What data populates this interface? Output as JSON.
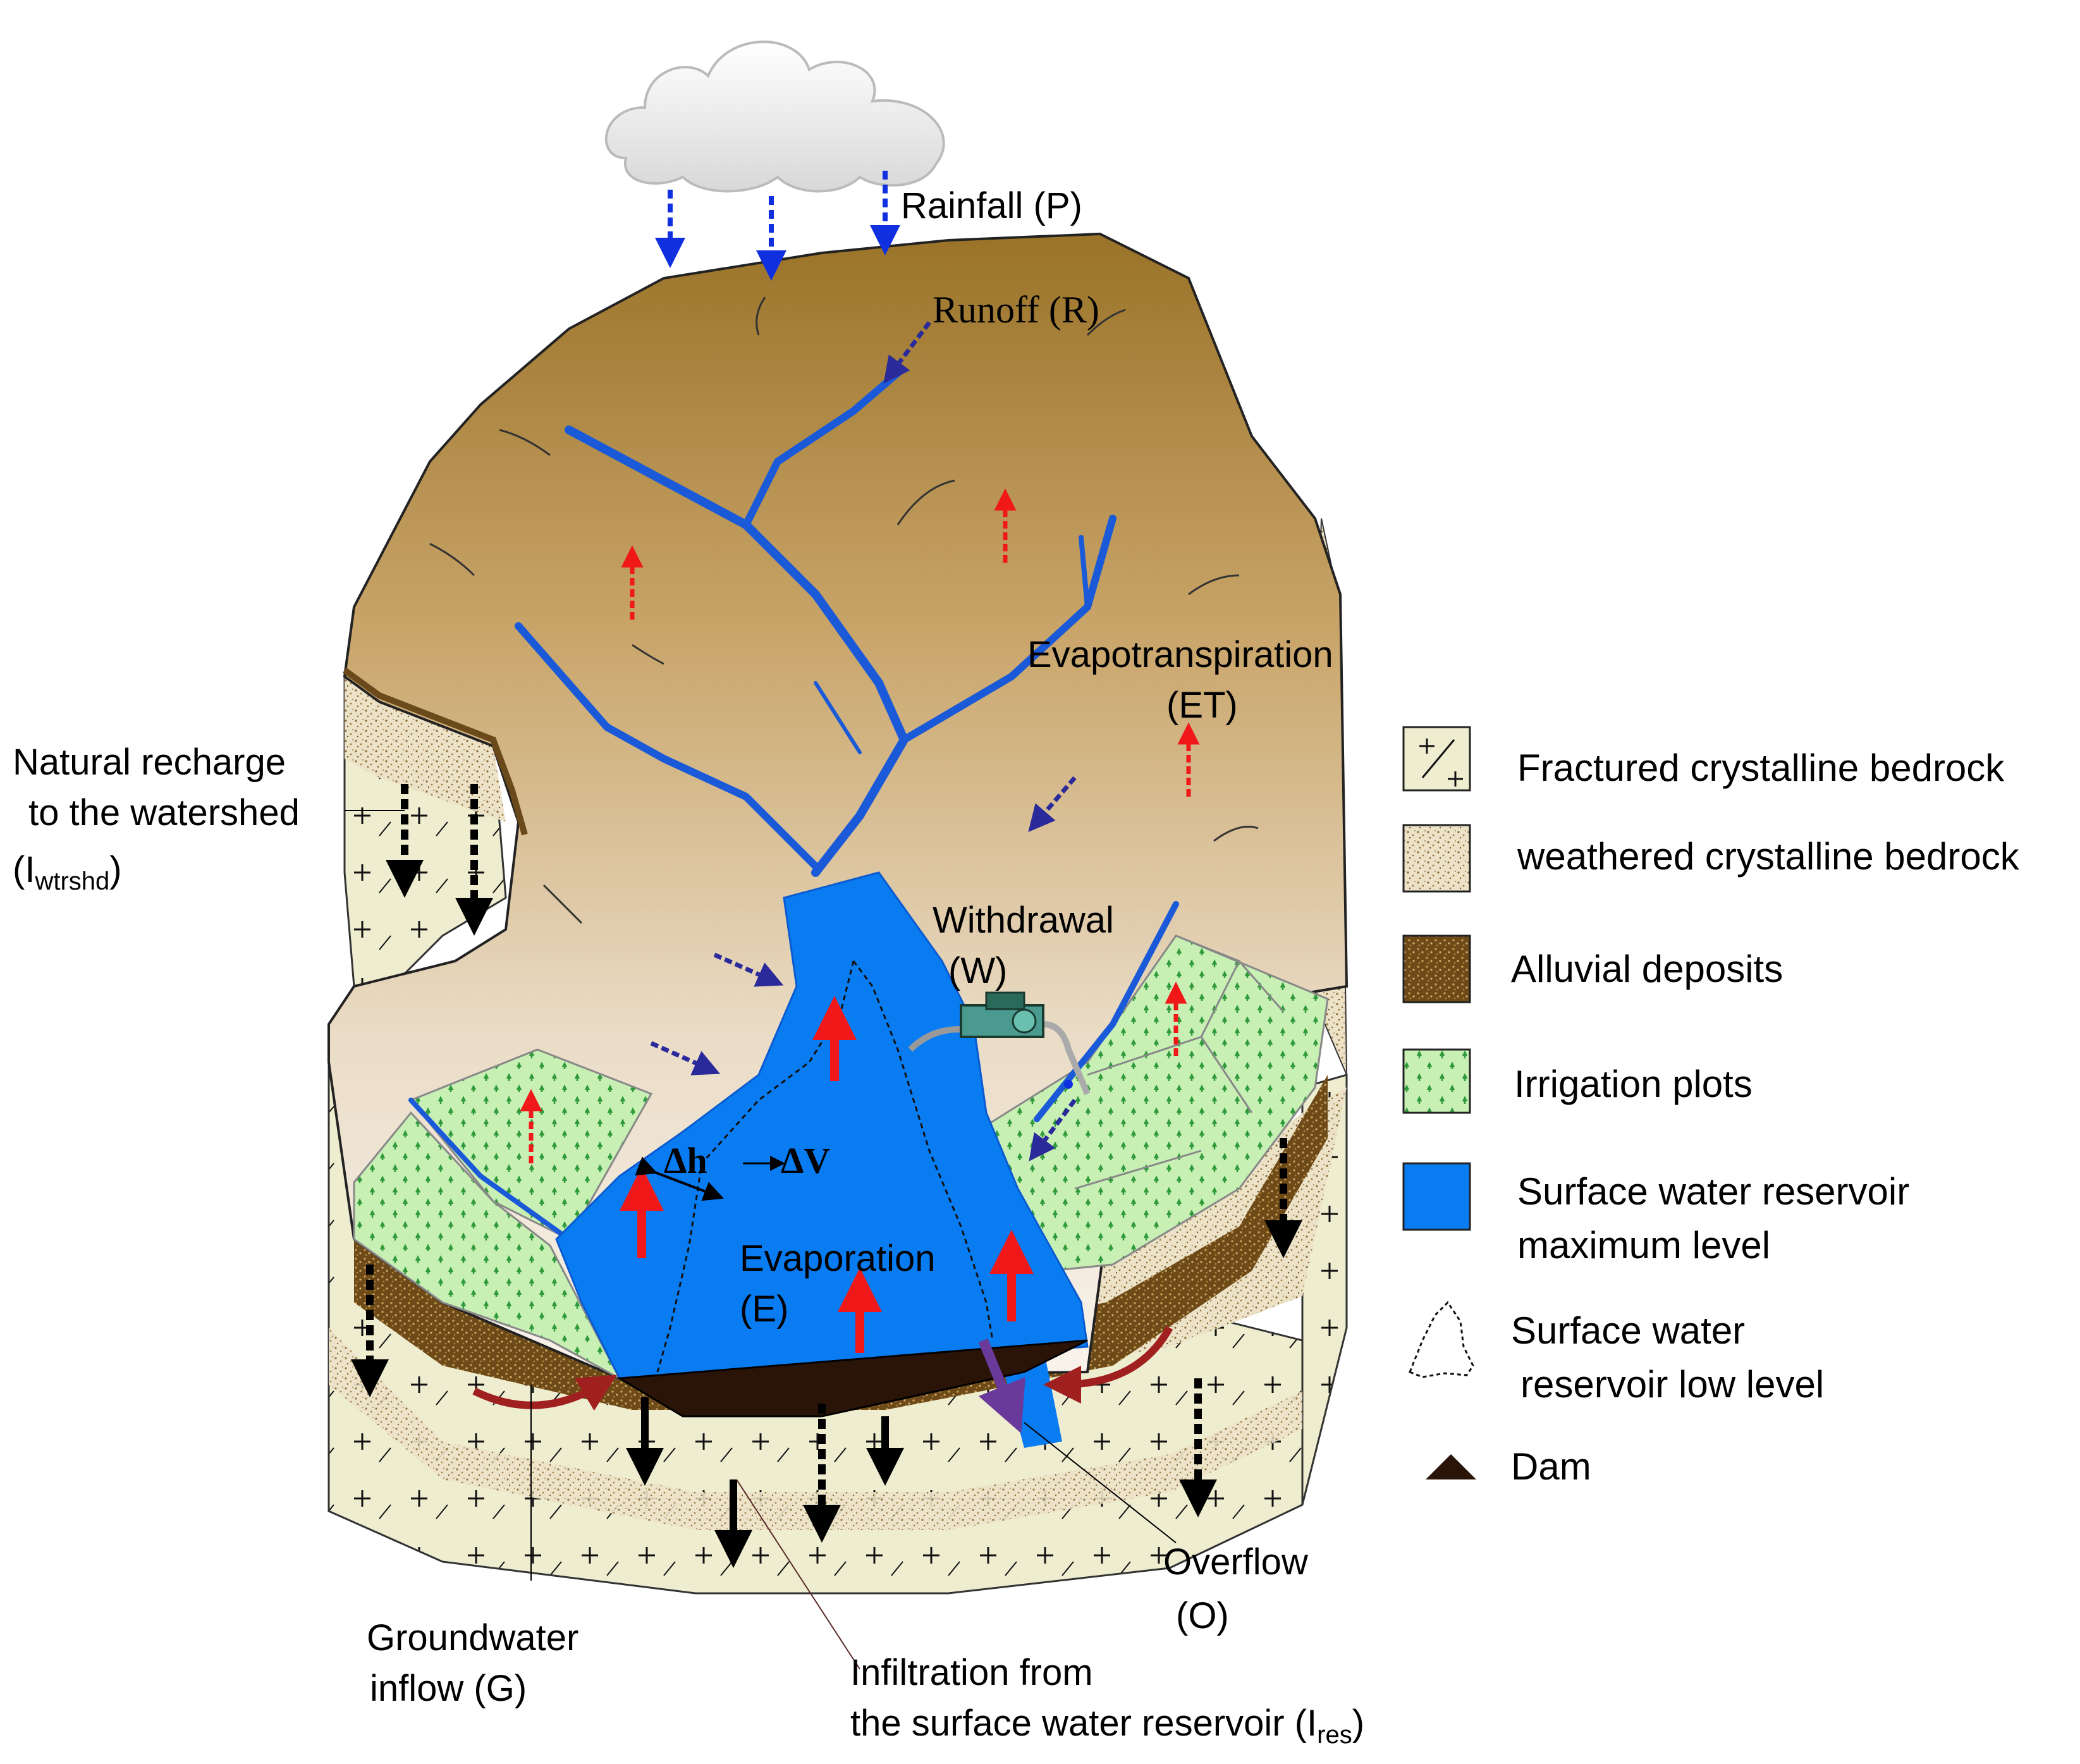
{
  "labels": {
    "rainfall": "Rainfall (P)",
    "runoff": "Runoff (R)",
    "evapotranspiration_1": "Evapotranspiration",
    "evapotranspiration_2": "(ET)",
    "recharge_1": "Natural recharge",
    "recharge_2": "to the watershed",
    "recharge_3_main": "(I",
    "recharge_3_sub": "wtrshd",
    "recharge_3_end": ")",
    "withdrawal_1": "Withdrawal",
    "withdrawal_2": "(W)",
    "delta_h": "Δh",
    "delta_v": "ΔV",
    "evaporation_1": "Evaporation",
    "evaporation_2": "(E)",
    "overflow_1": "Overflow",
    "overflow_2": "(O)",
    "groundwater_1": "Groundwater",
    "groundwater_2": "inflow (G)",
    "infiltration_1": "Infiltration from",
    "infiltration_2_main": "the surface water reservoir (I",
    "infiltration_2_sub": "res",
    "infiltration_2_end": ")"
  },
  "legend": [
    {
      "key": "fractured",
      "label": "Fractured crystalline bedrock"
    },
    {
      "key": "weathered",
      "label": "weathered crystalline bedrock"
    },
    {
      "key": "alluvial",
      "label": "Alluvial deposits"
    },
    {
      "key": "irrigation",
      "label": "Irrigation plots"
    },
    {
      "key": "reservoir_max",
      "label_1": "Surface water reservoir",
      "label_2": "maximum level"
    },
    {
      "key": "reservoir_low",
      "label_1": "Surface water",
      "label_2": "reservoir low level"
    },
    {
      "key": "dam",
      "label": "Dam"
    }
  ],
  "colors": {
    "terrain_top": "#a07c32",
    "terrain_bottom": "#f7f2ea",
    "water": "#0a7cf2",
    "irrigation": "#c8f0b4",
    "irrigation_dot": "#2e9a3a",
    "alluvial": "#7a5520",
    "weathered": "#e8dcc0",
    "bedrock": "#eeedd0",
    "rain_arrow": "#1030e0",
    "runoff_arrow": "#2a2a9a",
    "evap_arrow": "#f01818",
    "recharge_arrow": "#000000",
    "inflow_arrow": "#a02020",
    "overflow_arrow": "#6a3a9a",
    "dam": "#2a1408"
  },
  "icons": [
    "cloud-icon",
    "pump-icon"
  ]
}
